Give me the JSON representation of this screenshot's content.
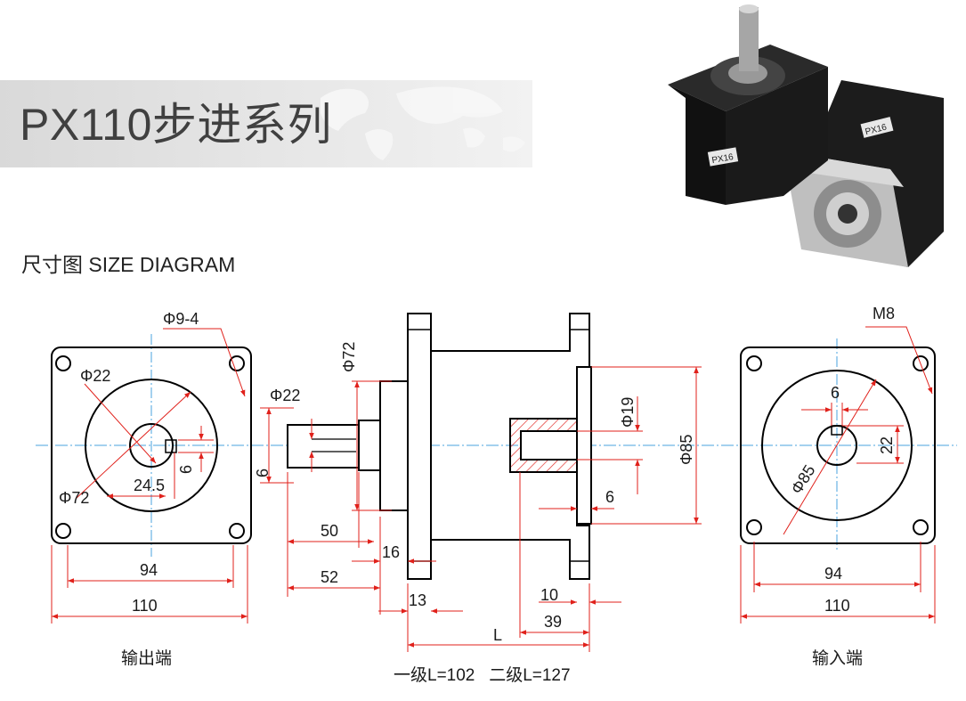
{
  "header": {
    "title": "PX110步进系列",
    "subtitle": "尺寸图 SIZE DIAGRAM"
  },
  "product_photo": {
    "label_front": "PX16",
    "label_back": "PX16"
  },
  "output_view": {
    "label": "输出端",
    "hole_label": "Φ9-4",
    "shaft_dia": "Φ22",
    "pcd": "Φ72",
    "key_offset": "24.5",
    "key_width": "6",
    "pcd_width": "94",
    "flange_width": "110"
  },
  "side_view": {
    "pilot_dia": "Φ72",
    "shaft_dia": "Φ22",
    "key_width": "6",
    "shaft_len": "50",
    "shaft_total": "52",
    "pilot_len": "16",
    "flange_thk": "13",
    "bore_dia": "Φ19",
    "body_dia": "Φ85",
    "rear_thk": "6",
    "rear_flange": "10",
    "rear_len": "39",
    "length_label": "L",
    "length_note": "一级L=102   二级L=127"
  },
  "input_view": {
    "label": "输入端",
    "thread_label": "M8",
    "key_width": "6",
    "bore_depth": "22",
    "pcd": "Φ85",
    "pcd_width": "94",
    "flange_width": "110"
  },
  "colors": {
    "line": "#000000",
    "dim": "#e0211b",
    "center": "#4aa3df"
  }
}
